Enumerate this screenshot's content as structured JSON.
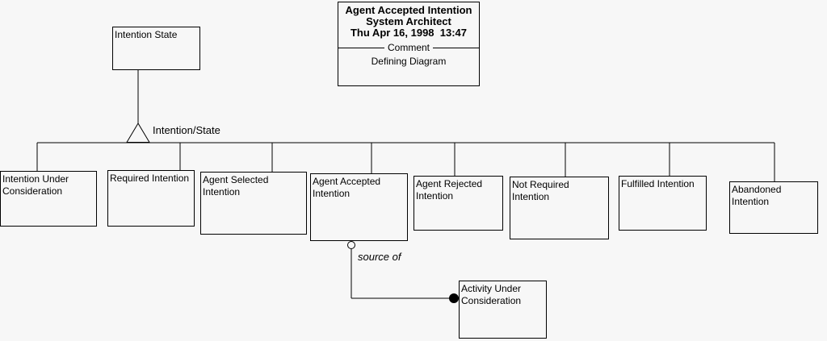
{
  "title_box": {
    "diagram_name": "Agent Accepted Intention",
    "tool_name": "System Architect",
    "timestamp": "Thu Apr 16, 1998  13:47",
    "divider_label": "Comment",
    "comment": "Defining Diagram"
  },
  "parent_entity": {
    "label": "Intention State"
  },
  "hierarchy": {
    "label": "Intention/State"
  },
  "subtypes": [
    {
      "label": "Intention Under Consideration"
    },
    {
      "label": "Required Intention"
    },
    {
      "label": "Agent Selected Intention"
    },
    {
      "label": "Agent Accepted Intention"
    },
    {
      "label": "Agent Rejected Intention"
    },
    {
      "label": "Not Required Intention"
    },
    {
      "label": "Fulfilled Intention"
    },
    {
      "label": "Abandoned Intention"
    }
  ],
  "relationship": {
    "label": "source of",
    "target_entity": "Activity Under Consideration"
  },
  "colors": {
    "background": "#f7f7f7",
    "line": "#000000",
    "text": "#000000"
  }
}
